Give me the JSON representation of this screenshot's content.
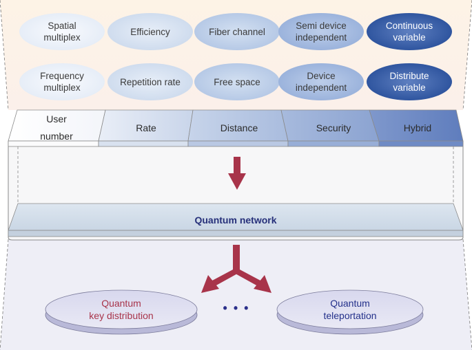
{
  "top_ellipses": [
    {
      "label": "Spatial\nmultiplex"
    },
    {
      "label": "Efficiency"
    },
    {
      "label": "Fiber channel"
    },
    {
      "label": "Semi device\nindependent"
    },
    {
      "label": "Continuous\nvariable"
    },
    {
      "label": "Frequency\nmultiplex"
    },
    {
      "label": "Repetition rate"
    },
    {
      "label": "Free space"
    },
    {
      "label": "Device\nindependent"
    },
    {
      "label": "Distribute\nvariable"
    }
  ],
  "categories": [
    {
      "label": "User\nnumber"
    },
    {
      "label": "Rate"
    },
    {
      "label": "Distance"
    },
    {
      "label": "Security"
    },
    {
      "label": "Hybrid"
    }
  ],
  "network": {
    "label": "Quantum network"
  },
  "applications": [
    {
      "label": "Quantum\nkey distribution"
    },
    {
      "label": "Quantum\nteleportation"
    }
  ],
  "ellipsis": "• • •",
  "colors": {
    "arrow": "#a8344a",
    "network_text": "#26307a",
    "qkd_text": "#a8344a",
    "teleport_text": "#23308a"
  }
}
